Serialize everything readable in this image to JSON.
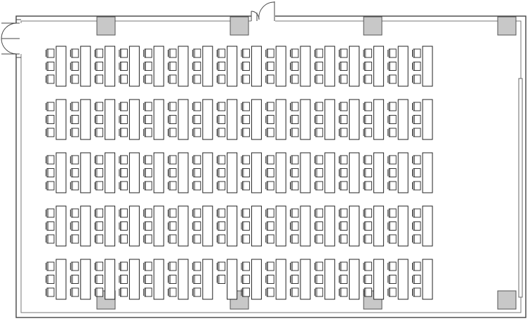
{
  "floor_plan": {
    "colors": {
      "background": "#ffffff",
      "wall": "#444444",
      "inner_wall": "#777777",
      "pillar_fill": "#c8c8c8",
      "pillar_stroke": "#555555",
      "furniture": "#222222",
      "screen": "#666666"
    },
    "layout": {
      "block_rows": 5,
      "units_per_row": 16,
      "seats_per_unit": 3,
      "pillar_count": 8,
      "door_count": 2,
      "omitted_units": [
        {
          "row": 5,
          "unit": 8,
          "seat": 3
        }
      ]
    },
    "icons": {
      "pillar": "square-pillar",
      "door": "swing-door-arc",
      "chair": "chair-square",
      "desk": "desk-rectangle",
      "screen": "projection-screen"
    }
  }
}
